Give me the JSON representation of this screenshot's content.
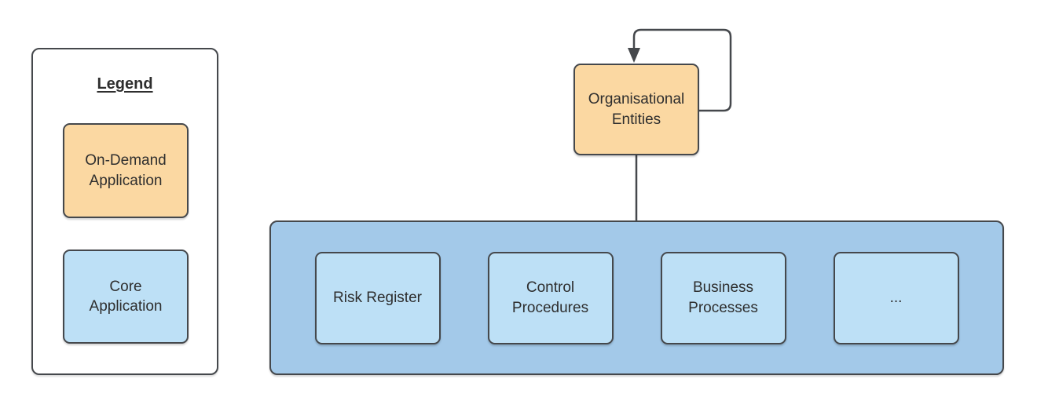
{
  "colors": {
    "stroke": "#45484c",
    "on_demand_fill": "#fbd8a2",
    "core_fill": "#bde0f6",
    "container_fill": "#a3c9e9",
    "text": "#2e2e2e",
    "background": "#ffffff"
  },
  "legend": {
    "title": "Legend",
    "items": [
      {
        "id": "on-demand",
        "label": "On-Demand Application",
        "fill": "#fbd8a2"
      },
      {
        "id": "core",
        "label": "Core Application",
        "fill": "#bde0f6"
      }
    ]
  },
  "diagram": {
    "parent_node": {
      "label": "Organisational Entities",
      "type": "on-demand-application",
      "has_self_loop": true
    },
    "children_container": {
      "type": "core-application",
      "nodes": [
        {
          "label": "Risk Register"
        },
        {
          "label": "Control Procedures"
        },
        {
          "label": "Business Processes"
        },
        {
          "label": "..."
        }
      ]
    }
  }
}
